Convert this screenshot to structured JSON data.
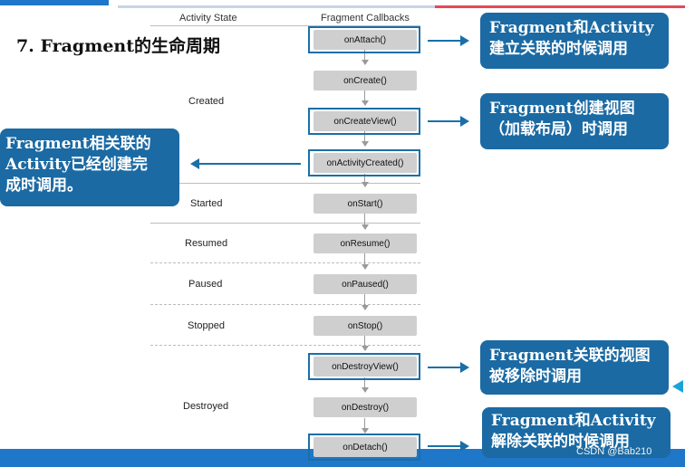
{
  "title": "7. Fragment的生命周期",
  "headers": {
    "activity_state": "Activity State",
    "fragment_callbacks": "Fragment Callbacks"
  },
  "states": {
    "created": "Created",
    "started": "Started",
    "resumed": "Resumed",
    "paused": "Paused",
    "stopped": "Stopped",
    "destroyed": "Destroyed"
  },
  "callbacks": {
    "onAttach": "onAttach()",
    "onCreate": "onCreate()",
    "onCreateView": "onCreateView()",
    "onActivityCreated": "onActivityCreated()",
    "onStart": "onStart()",
    "onResume": "onResume()",
    "onPaused": "onPaused()",
    "onStop": "onStop()",
    "onDestroyView": "onDestroyView()",
    "onDestroy": "onDestroy()",
    "onDetach": "onDetach()"
  },
  "callouts": {
    "attach": [
      "Fragment和Activity",
      "建立关联的时候调用"
    ],
    "create_view": [
      "Fragment创建视图",
      "（加载布局）时调用"
    ],
    "activity_created": [
      "Fragment相关联的",
      "Activity已经创建完",
      "成时调用。"
    ],
    "destroy_view": [
      "Fragment关联的视图",
      "被移除时调用"
    ],
    "detach": [
      "Fragment和Activity",
      "解除关联的时候调用"
    ]
  },
  "watermark": "CSDN @Bab210"
}
